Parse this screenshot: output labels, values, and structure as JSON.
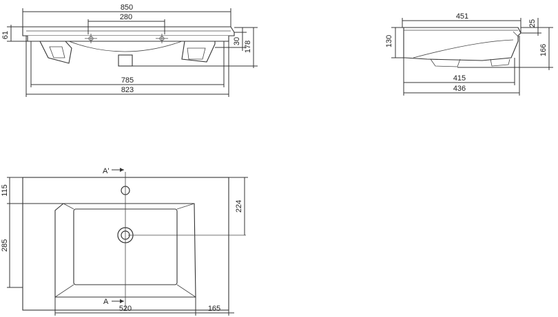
{
  "dimensions": {
    "front_overall_width": "850",
    "front_tap_spacing": "280",
    "front_rim_height": "61",
    "front_rim_depth": "30",
    "front_total_height": "178",
    "front_bottom_width": "785",
    "front_body_width": "823",
    "side_top_width": "451",
    "side_top_rim": "25",
    "side_left_height": "130",
    "side_right_height": "166",
    "side_bottom_inner": "415",
    "side_bottom_outer": "436",
    "plan_left_top": "115",
    "plan_left_bowl": "285",
    "plan_right_drain": "224",
    "plan_bottom_center": "520",
    "plan_bottom_right": "165"
  },
  "section_labels": {
    "top": "A'",
    "bottom": "A"
  },
  "colors": {
    "line": "#333333",
    "background": "#ffffff"
  },
  "icons": {
    "arrow": "arrow-right-icon",
    "drain": "drain-icon",
    "tap_hole": "tap-hole-icon"
  }
}
